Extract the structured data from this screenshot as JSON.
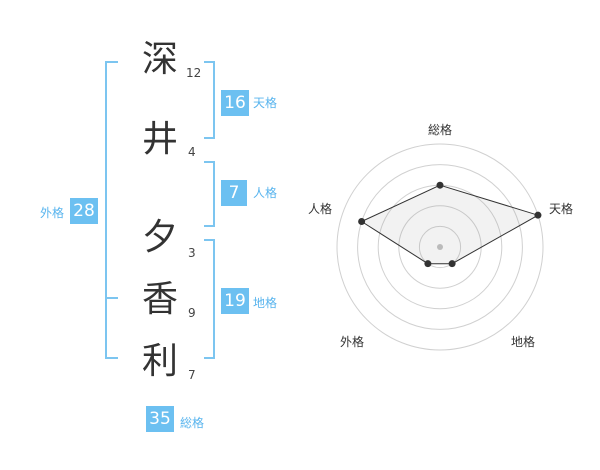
{
  "name": {
    "characters": [
      {
        "char": "深",
        "strokes": "12"
      },
      {
        "char": "井",
        "strokes": "4"
      },
      {
        "char": "夕",
        "strokes": "3"
      },
      {
        "char": "香",
        "strokes": "9"
      },
      {
        "char": "利",
        "strokes": "7"
      }
    ]
  },
  "fortunes": {
    "tenkaku": {
      "value": "16",
      "label": "天格"
    },
    "jinkaku": {
      "value": "7",
      "label": "人格"
    },
    "chikaku": {
      "value": "19",
      "label": "地格"
    },
    "gaikaku": {
      "value": "28",
      "label": "外格"
    },
    "soukaku": {
      "value": "35",
      "label": "総格"
    }
  },
  "radar": {
    "axes": [
      "総格",
      "天格",
      "地格",
      "外格",
      "人格"
    ],
    "levels": 5,
    "values": [
      3,
      5,
      1,
      1,
      4
    ],
    "max": 5
  },
  "colors": {
    "accent": "#6cc0f1",
    "bracket": "#7cc5f0",
    "text": "#333333"
  }
}
